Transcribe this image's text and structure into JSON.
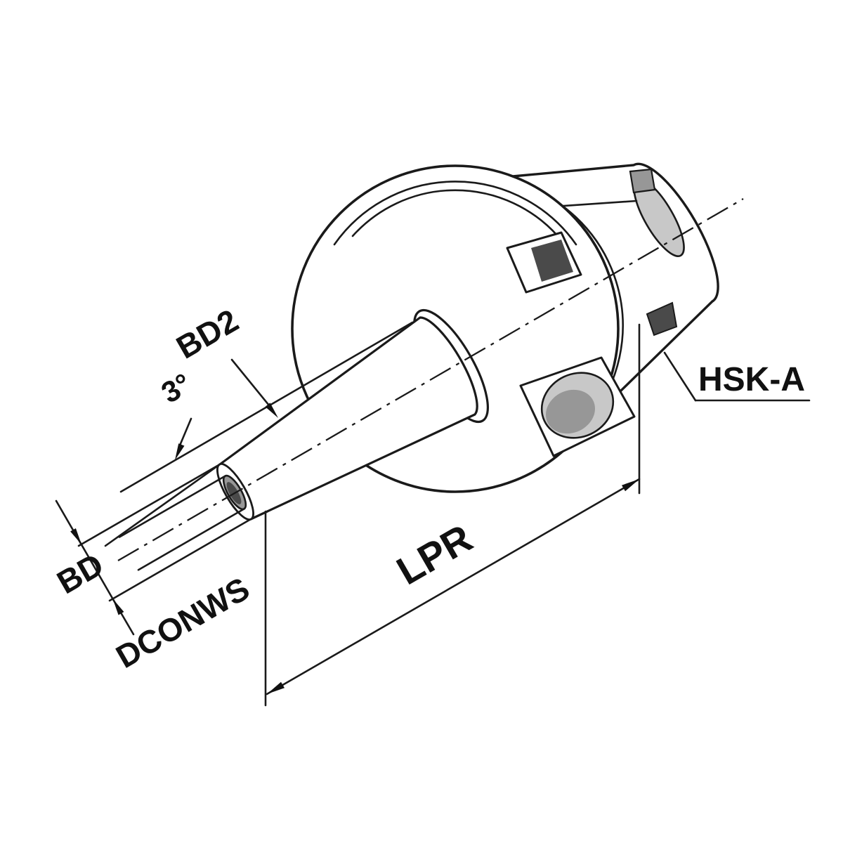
{
  "diagram": {
    "type": "technical-drawing",
    "subject": "HSK-A shrink fit tool holder with dimension callouts",
    "labels": {
      "bd2": "BD2",
      "taper_angle": "3°",
      "bd": "BD",
      "dconws": "DCONWS",
      "lpr": "LPR",
      "hsk": "HSK-A"
    },
    "colors": {
      "line": "#1a1a1a",
      "fill": "#ffffff",
      "shade_light": "#c8c8c8",
      "shade_mid": "#979797",
      "shade_dark": "#4a4a4a"
    }
  }
}
